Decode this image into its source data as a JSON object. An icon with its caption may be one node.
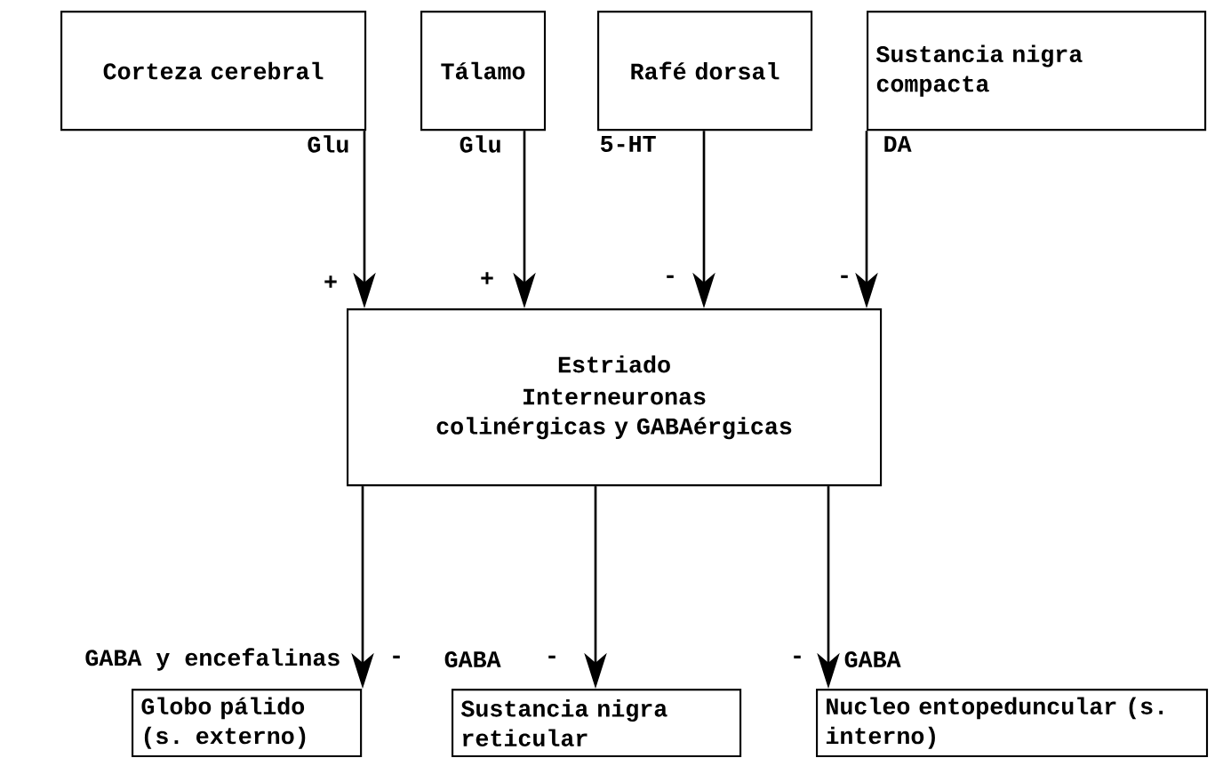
{
  "diagram": {
    "nodes": [
      {
        "text": [
          "Corteza cerebral"
        ]
      },
      {
        "text": [
          "Tálamo"
        ]
      },
      {
        "text": [
          "Rafé dorsal"
        ]
      },
      {
        "text": [
          "Sustancia nigra compacta"
        ]
      },
      {
        "text": [
          "Estriado",
          "Interneuronas colinérgicas y GABAérgicas"
        ]
      },
      {
        "text": [
          "Globo pálido (s. externo)"
        ]
      },
      {
        "text": [
          "Sustancia nigra reticular"
        ]
      },
      {
        "text": [
          "Nucleo entopeduncular (s. interno)"
        ]
      }
    ],
    "edges": [
      {
        "from": 0,
        "to": 4,
        "arrow": "to",
        "label": "Glu"
      },
      {
        "from": 1,
        "to": 4,
        "arrow": "to",
        "label": "Glu"
      },
      {
        "from": 2,
        "to": 4,
        "arrow": "to",
        "label": "5-HT"
      },
      {
        "from": 3,
        "to": 4,
        "arrow": "to",
        "label": "DA"
      },
      {
        "from": 4,
        "to": 5,
        "arrow": "to",
        "label": "GABA y encefalinas"
      },
      {
        "from": 4,
        "to": 6,
        "arrow": "to",
        "label": "GABA"
      },
      {
        "from": 4,
        "to": 7,
        "arrow": "to",
        "label": "GABA"
      }
    ],
    "labels": [
      "+",
      "+",
      "-",
      "-",
      "-",
      "-",
      "-"
    ]
  }
}
